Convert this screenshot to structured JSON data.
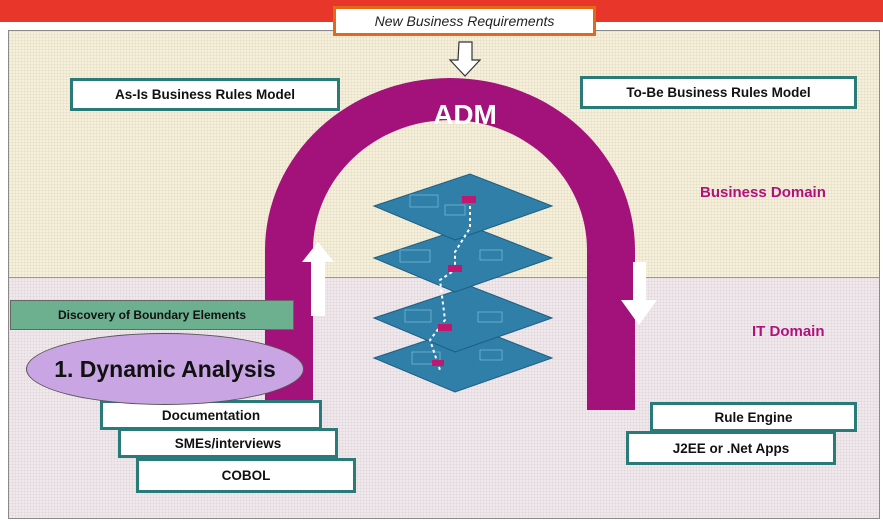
{
  "title_box": "New Business Requirements",
  "asis_label": "As-Is Business Rules Model",
  "tobe_label": "To-Be Business Rules Model",
  "adm_label": "ADM",
  "business_domain": "Business Domain",
  "it_domain": "IT Domain",
  "discovery_label": "Discovery of Boundary Elements",
  "dynamic_analysis": "1. Dynamic Analysis",
  "sources": [
    "Documentation",
    "SMEs/interviews",
    "COBOL"
  ],
  "targets": [
    "Rule Engine",
    "J2EE or .Net Apps"
  ],
  "colors": {
    "arc": "#a3127a",
    "accent_bar": "#e8362a",
    "box_border": "#2a7a7a",
    "domain_text": "#b0127d"
  }
}
